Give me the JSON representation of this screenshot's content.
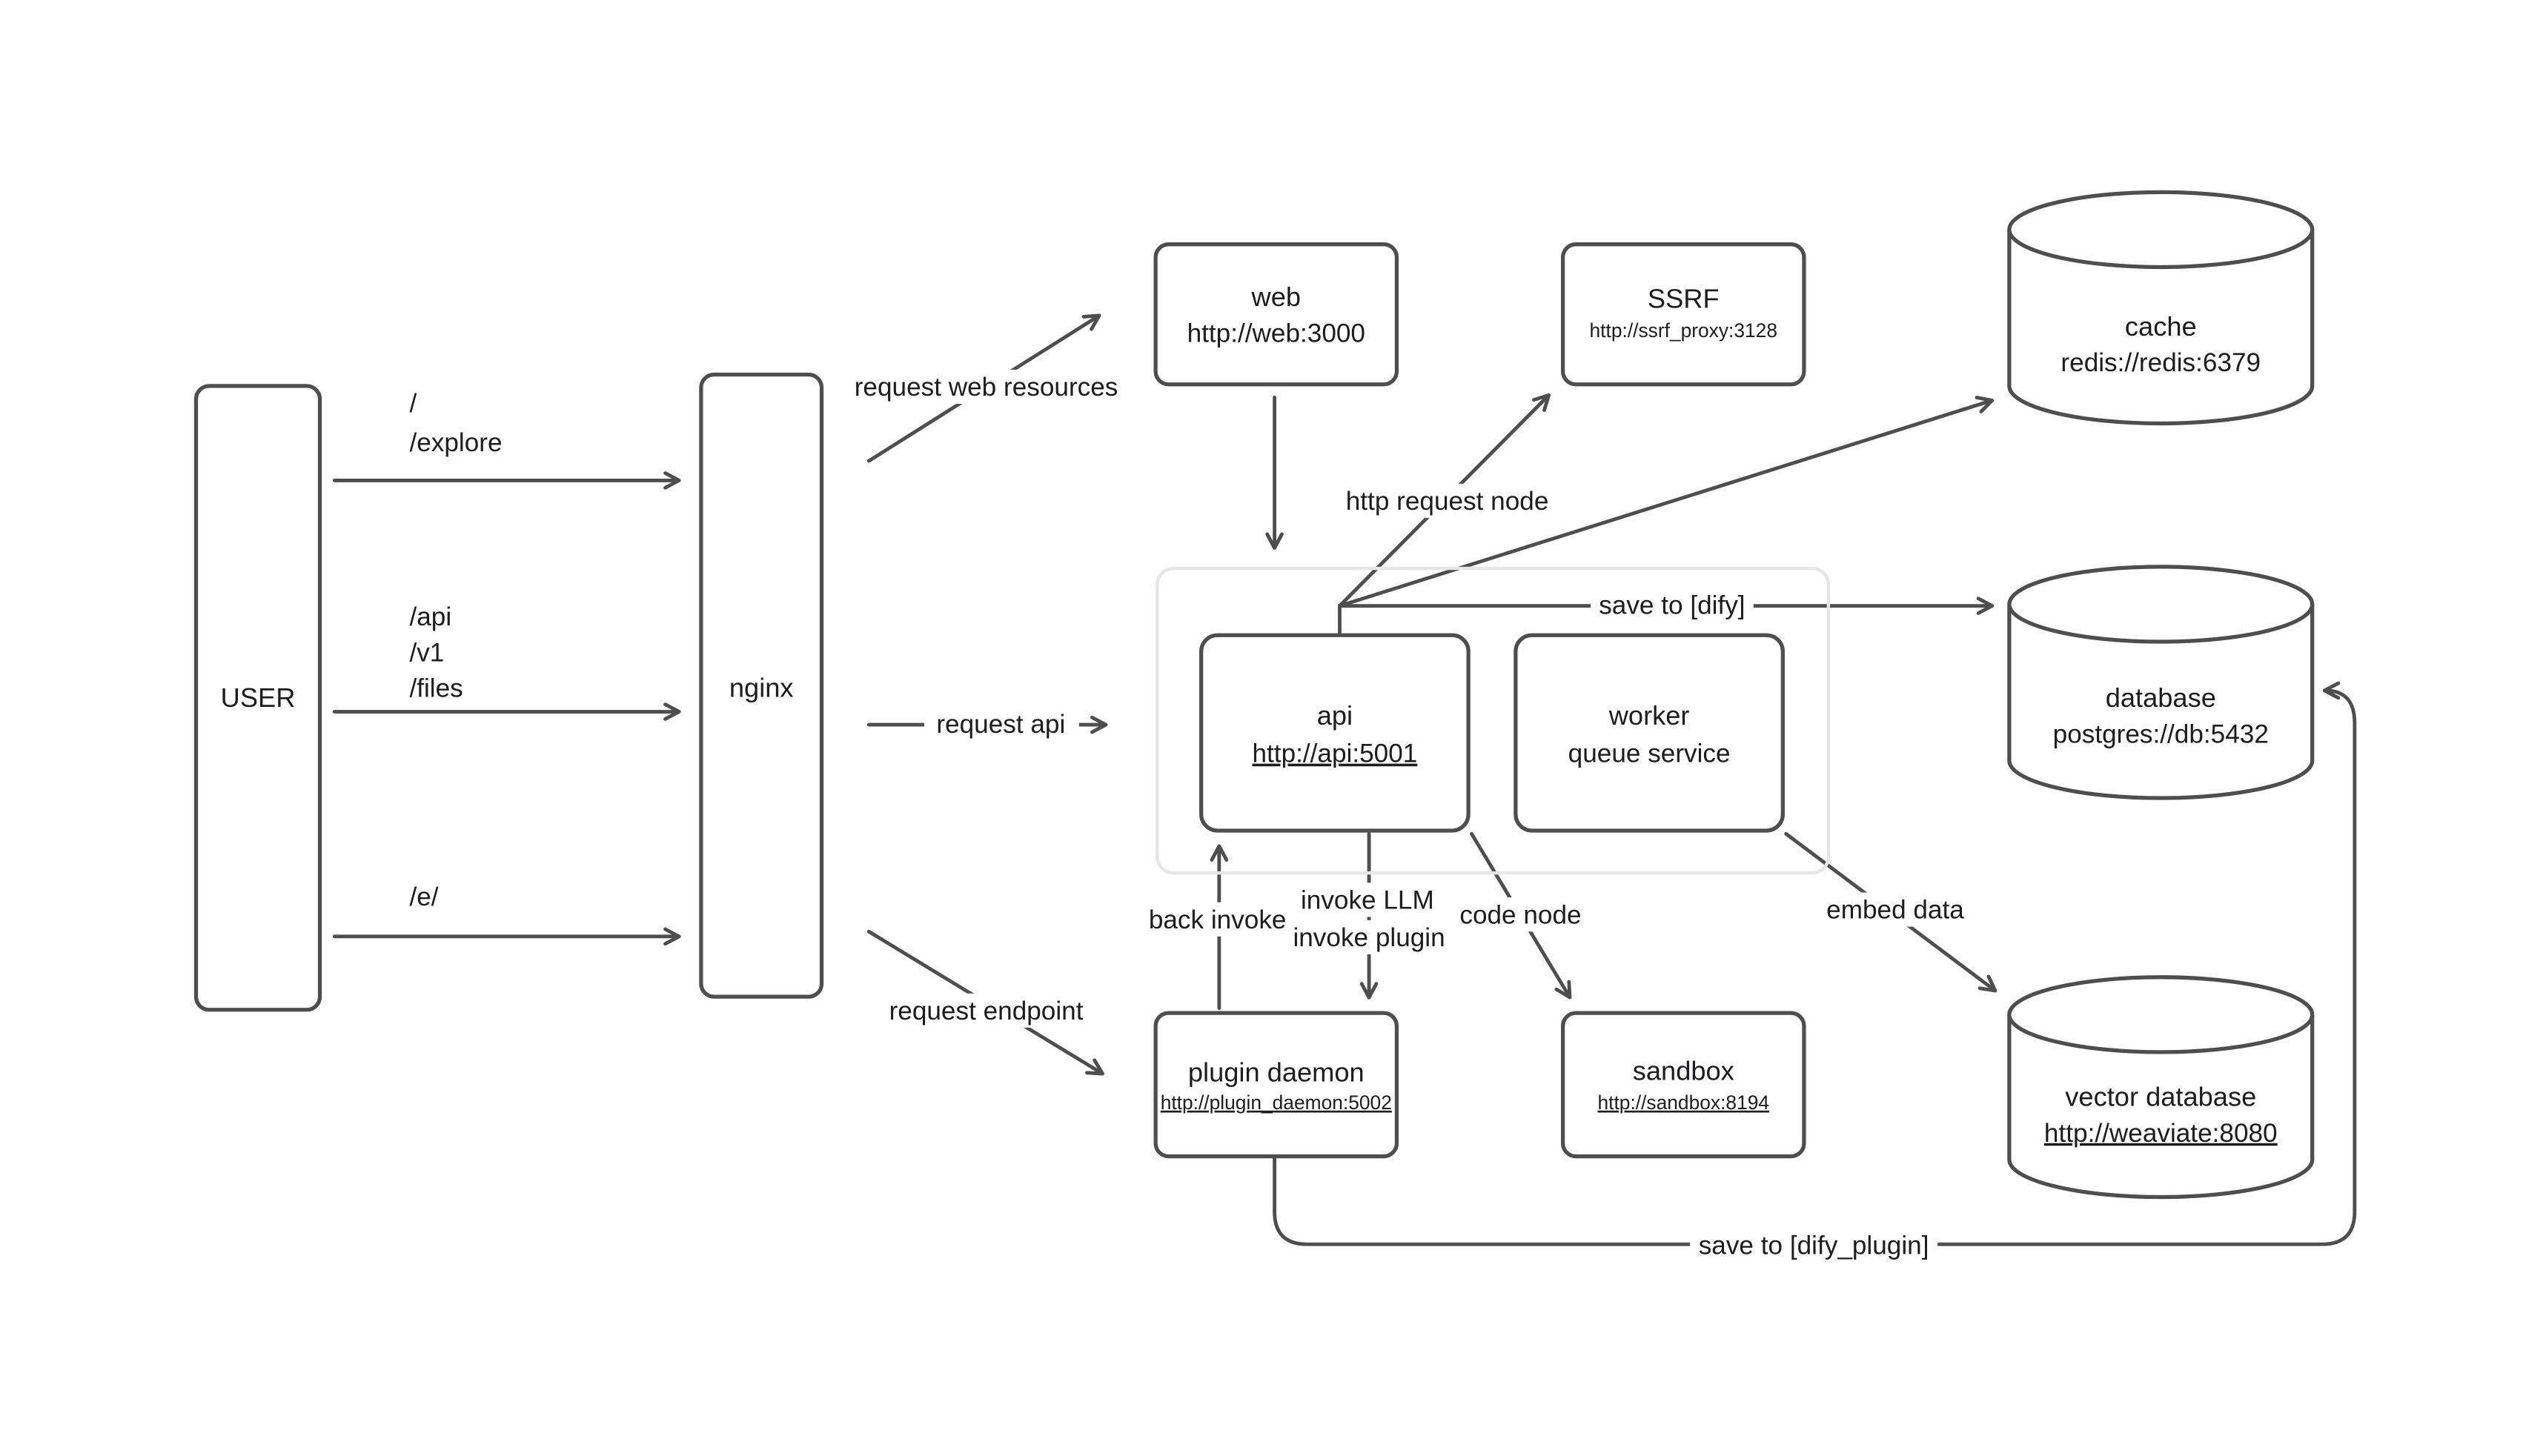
{
  "colors": {
    "background": "#ffffff",
    "node_stroke": "#4e4e4e",
    "arrow_stroke": "#4e4e4e",
    "text": "#1d1d1f",
    "group_stroke": "#e6e6e6"
  },
  "nodes": {
    "user": {
      "label": "USER"
    },
    "nginx": {
      "label": "nginx"
    },
    "web": {
      "label": "web",
      "url": "http://web:3000"
    },
    "ssrf": {
      "label": "SSRF",
      "url": "http://ssrf_proxy:3128"
    },
    "cache": {
      "label": "cache",
      "url": "redis://redis:6379"
    },
    "api": {
      "label": "api",
      "url": "http://api:5001"
    },
    "worker": {
      "label": "worker",
      "sublabel": "queue service"
    },
    "database": {
      "label": "database",
      "url": "postgres://db:5432"
    },
    "plugin_daemon": {
      "label": "plugin daemon",
      "url": "http://plugin_daemon:5002"
    },
    "sandbox": {
      "label": "sandbox",
      "url": "http://sandbox:8194"
    },
    "vector_database": {
      "label": "vector database",
      "url": "http://weaviate:8080"
    }
  },
  "edge_labels": {
    "path_root": "/",
    "path_explore": "/explore",
    "path_api": "/api",
    "path_v1": "/v1",
    "path_files": "/files",
    "path_e": "/e/",
    "request_web_resources": "request web resources",
    "request_api": "request api",
    "request_endpoint": "request endpoint",
    "http_request_node": "http request node",
    "save_to_dify": "save to [dify]",
    "back_invoke": "back invoke",
    "invoke_llm": "invoke LLM",
    "invoke_plugin": "invoke plugin",
    "code_node": "code node",
    "embed_data": "embed data",
    "save_to_dify_plugin": "save to [dify_plugin]"
  }
}
